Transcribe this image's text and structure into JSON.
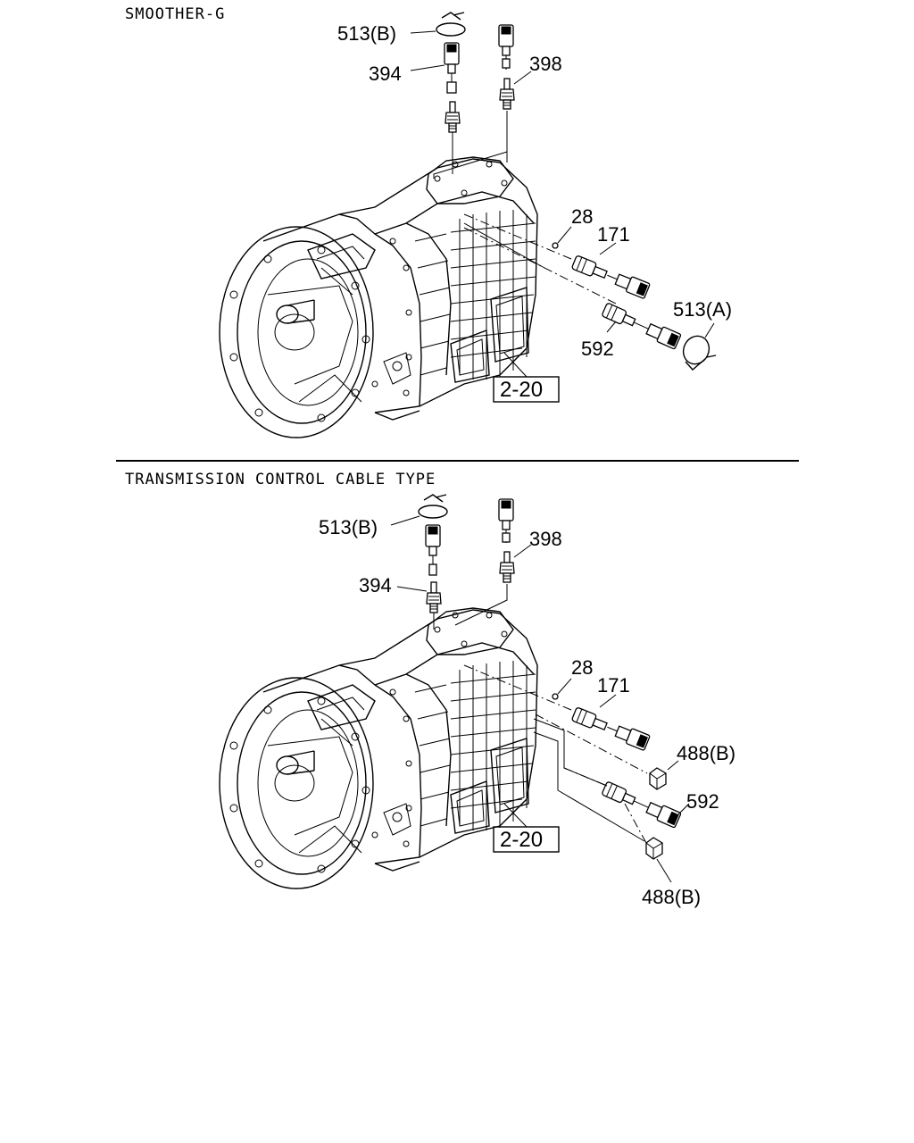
{
  "sections": [
    {
      "title": "SMOOTHER-G",
      "labels": {
        "p513b": "513(B)",
        "p394": "394",
        "p398": "398",
        "p28": "28",
        "p171": "171",
        "p513a": "513(A)",
        "p592": "592",
        "ref": "2-20"
      }
    },
    {
      "title": "TRANSMISSION CONTROL CABLE TYPE",
      "labels": {
        "p513b": "513(B)",
        "p398": "398",
        "p394": "394",
        "p28": "28",
        "p171": "171",
        "p488b_top": "488(B)",
        "p592": "592",
        "ref": "2-20",
        "p488b_bottom": "488(B)"
      }
    }
  ]
}
